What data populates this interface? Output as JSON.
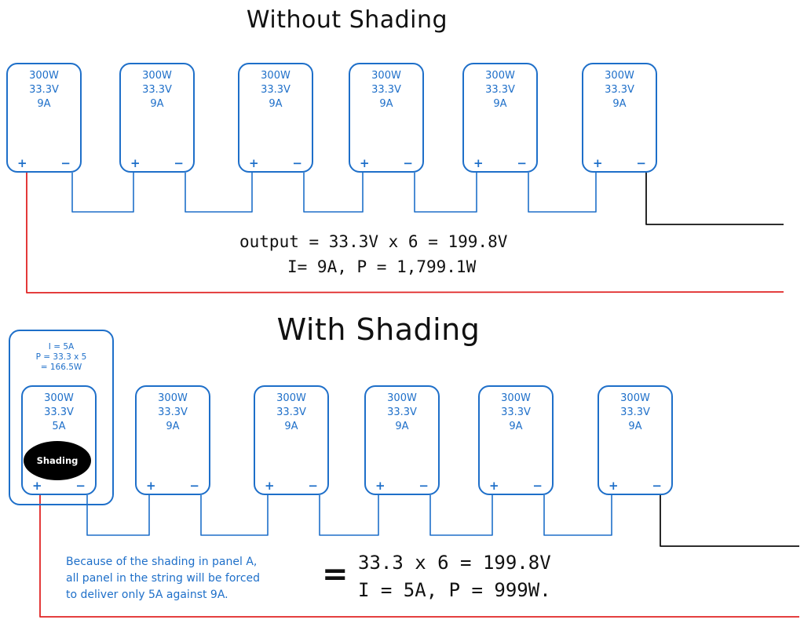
{
  "diagram": {
    "title_without": "Without Shading",
    "title_with": "With Shading",
    "without_panels": [
      {
        "watt": "300W",
        "volt": "33.3V",
        "amp": "9A",
        "plus": "+",
        "minus": "−"
      },
      {
        "watt": "300W",
        "volt": "33.3V",
        "amp": "9A",
        "plus": "+",
        "minus": "−"
      },
      {
        "watt": "300W",
        "volt": "33.3V",
        "amp": "9A",
        "plus": "+",
        "minus": "−"
      },
      {
        "watt": "300W",
        "volt": "33.3V",
        "amp": "9A",
        "plus": "+",
        "minus": "−"
      },
      {
        "watt": "300W",
        "volt": "33.3V",
        "amp": "9A",
        "plus": "+",
        "minus": "−"
      },
      {
        "watt": "300W",
        "volt": "33.3V",
        "amp": "9A",
        "plus": "+",
        "minus": "−"
      }
    ],
    "with_panels": [
      {
        "watt": "300W",
        "volt": "33.3V",
        "amp": "5A",
        "plus": "+",
        "minus": "−"
      },
      {
        "watt": "300W",
        "volt": "33.3V",
        "amp": "9A",
        "plus": "+",
        "minus": "−"
      },
      {
        "watt": "300W",
        "volt": "33.3V",
        "amp": "9A",
        "plus": "+",
        "minus": "−"
      },
      {
        "watt": "300W",
        "volt": "33.3V",
        "amp": "9A",
        "plus": "+",
        "minus": "−"
      },
      {
        "watt": "300W",
        "volt": "33.3V",
        "amp": "9A",
        "plus": "+",
        "minus": "−"
      },
      {
        "watt": "300W",
        "volt": "33.3V",
        "amp": "9A",
        "plus": "+",
        "minus": "−"
      }
    ],
    "without_output_line1": "output = 33.3V x 6 = 199.8V",
    "without_output_line2": "I= 9A, P = 1,799.1W",
    "shaded_box_lines": [
      "I = 5A",
      "P = 33.3 x 5",
      "= 166.5W"
    ],
    "shading_label": "Shading",
    "note_lines": [
      "Because of the shading in panel A,",
      "all panel in the string will be forced",
      "to deliver only 5A against 9A."
    ],
    "equals_sign": "=",
    "with_output_line1": "33.3 x 6 = 199.8V",
    "with_output_line2": "I = 5A, P = 999W.",
    "colors": {
      "panel_outline": "#1e6fc9",
      "positive_wire": "#e02424",
      "negative_wire": "#111111",
      "series_wire": "#1e6fc9",
      "shading": "#000000"
    }
  }
}
